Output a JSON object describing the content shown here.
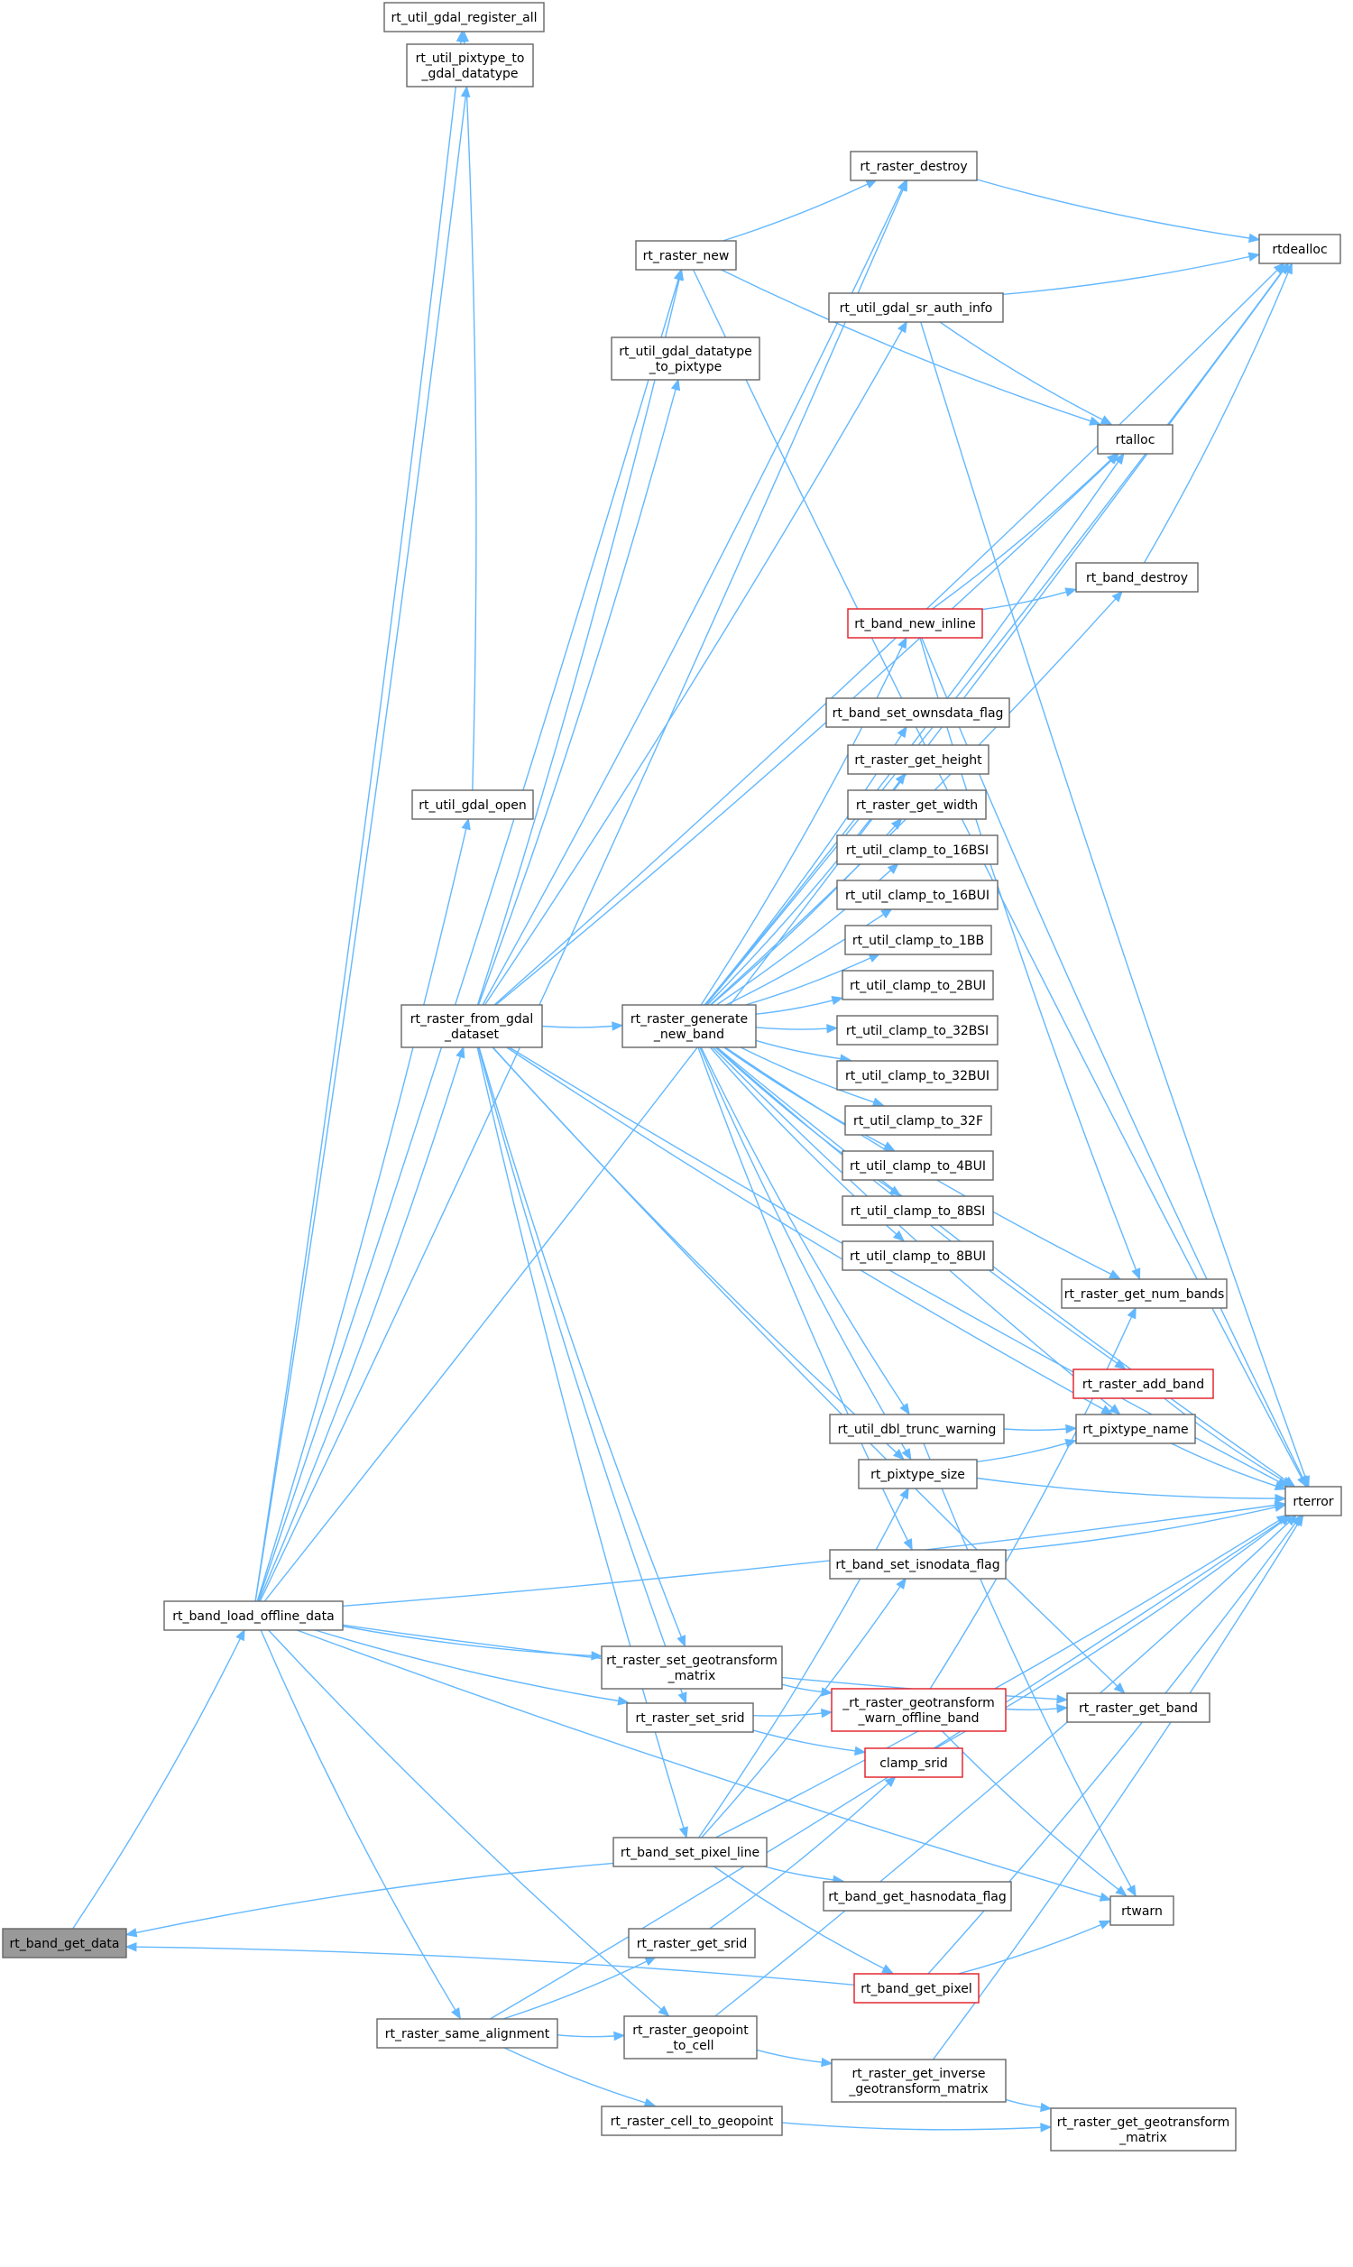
{
  "colors": {
    "edge": "#63b8ff",
    "box_border": "#666666",
    "red_border": "#e01b24",
    "selected_fill": "#999999"
  },
  "nodes": [
    {
      "id": "rt_util_gdal_register_all",
      "lines": [
        "rt_util_gdal_register_all"
      ]
    },
    {
      "id": "rt_util_pixtype_to_gdal_datatype",
      "lines": [
        "rt_util_pixtype_to",
        "_gdal_datatype"
      ]
    },
    {
      "id": "rt_raster_destroy",
      "lines": [
        "rt_raster_destroy"
      ]
    },
    {
      "id": "rt_raster_new",
      "lines": [
        "rt_raster_new"
      ]
    },
    {
      "id": "rtdealloc",
      "lines": [
        "rtdealloc"
      ]
    },
    {
      "id": "rt_util_gdal_sr_auth_info",
      "lines": [
        "rt_util_gdal_sr_auth_info"
      ]
    },
    {
      "id": "rt_util_gdal_datatype_to_pixtype",
      "lines": [
        "rt_util_gdal_datatype",
        "_to_pixtype"
      ]
    },
    {
      "id": "rtalloc",
      "lines": [
        "rtalloc"
      ]
    },
    {
      "id": "rt_band_destroy",
      "lines": [
        "rt_band_destroy"
      ]
    },
    {
      "id": "rt_band_new_inline",
      "lines": [
        "rt_band_new_inline"
      ],
      "red": true
    },
    {
      "id": "rt_band_set_ownsdata_flag",
      "lines": [
        "rt_band_set_ownsdata_flag"
      ]
    },
    {
      "id": "rt_raster_get_height",
      "lines": [
        "rt_raster_get_height"
      ]
    },
    {
      "id": "rt_raster_get_width",
      "lines": [
        "rt_raster_get_width"
      ]
    },
    {
      "id": "rt_util_gdal_open",
      "lines": [
        "rt_util_gdal_open"
      ]
    },
    {
      "id": "rt_util_clamp_to_16BSI",
      "lines": [
        "rt_util_clamp_to_16BSI"
      ]
    },
    {
      "id": "rt_util_clamp_to_16BUI",
      "lines": [
        "rt_util_clamp_to_16BUI"
      ]
    },
    {
      "id": "rt_util_clamp_to_1BB",
      "lines": [
        "rt_util_clamp_to_1BB"
      ]
    },
    {
      "id": "rt_util_clamp_to_2BUI",
      "lines": [
        "rt_util_clamp_to_2BUI"
      ]
    },
    {
      "id": "rt_raster_from_gdal_dataset",
      "lines": [
        "rt_raster_from_gdal",
        "_dataset"
      ]
    },
    {
      "id": "rt_raster_generate_new_band",
      "lines": [
        "rt_raster_generate",
        "_new_band"
      ]
    },
    {
      "id": "rt_util_clamp_to_32BSI",
      "lines": [
        "rt_util_clamp_to_32BSI"
      ]
    },
    {
      "id": "rt_util_clamp_to_32BUI",
      "lines": [
        "rt_util_clamp_to_32BUI"
      ]
    },
    {
      "id": "rt_util_clamp_to_32F",
      "lines": [
        "rt_util_clamp_to_32F"
      ]
    },
    {
      "id": "rt_util_clamp_to_4BUI",
      "lines": [
        "rt_util_clamp_to_4BUI"
      ]
    },
    {
      "id": "rt_util_clamp_to_8BSI",
      "lines": [
        "rt_util_clamp_to_8BSI"
      ]
    },
    {
      "id": "rt_util_clamp_to_8BUI",
      "lines": [
        "rt_util_clamp_to_8BUI"
      ]
    },
    {
      "id": "rt_raster_get_num_bands",
      "lines": [
        "rt_raster_get_num_bands"
      ]
    },
    {
      "id": "rt_raster_add_band",
      "lines": [
        "rt_raster_add_band"
      ],
      "red": true
    },
    {
      "id": "rt_util_dbl_trunc_warning",
      "lines": [
        "rt_util_dbl_trunc_warning"
      ]
    },
    {
      "id": "rt_pixtype_name",
      "lines": [
        "rt_pixtype_name"
      ]
    },
    {
      "id": "rt_pixtype_size",
      "lines": [
        "rt_pixtype_size"
      ]
    },
    {
      "id": "rterror",
      "lines": [
        "rterror"
      ]
    },
    {
      "id": "rt_band_set_isnodata_flag",
      "lines": [
        "rt_band_set_isnodata_flag"
      ]
    },
    {
      "id": "rt_band_load_offline_data",
      "lines": [
        "rt_band_load_offline_data"
      ]
    },
    {
      "id": "rt_raster_set_geotransform_matrix",
      "lines": [
        "rt_raster_set_geotransform",
        "_matrix"
      ]
    },
    {
      "id": "_rt_raster_geotransform_warn_offline_band",
      "lines": [
        "_rt_raster_geotransform",
        "_warn_offline_band"
      ],
      "red": true
    },
    {
      "id": "rt_raster_get_band",
      "lines": [
        "rt_raster_get_band"
      ]
    },
    {
      "id": "rt_raster_set_srid",
      "lines": [
        "rt_raster_set_srid"
      ]
    },
    {
      "id": "clamp_srid",
      "lines": [
        "clamp_srid"
      ],
      "red": true
    },
    {
      "id": "rt_band_set_pixel_line",
      "lines": [
        "rt_band_set_pixel_line"
      ]
    },
    {
      "id": "rt_band_get_hasnodata_flag",
      "lines": [
        "rt_band_get_hasnodata_flag"
      ]
    },
    {
      "id": "rtwarn",
      "lines": [
        "rtwarn"
      ]
    },
    {
      "id": "rt_band_get_data",
      "lines": [
        "rt_band_get_data"
      ],
      "selected": true
    },
    {
      "id": "rt_raster_get_srid",
      "lines": [
        "rt_raster_get_srid"
      ]
    },
    {
      "id": "rt_band_get_pixel",
      "lines": [
        "rt_band_get_pixel"
      ],
      "red": true
    },
    {
      "id": "rt_raster_same_alignment",
      "lines": [
        "rt_raster_same_alignment"
      ]
    },
    {
      "id": "rt_raster_geopoint_to_cell",
      "lines": [
        "rt_raster_geopoint",
        "_to_cell"
      ]
    },
    {
      "id": "rt_raster_get_inverse_geotransform_matrix",
      "lines": [
        "rt_raster_get_inverse",
        "_geotransform_matrix"
      ]
    },
    {
      "id": "rt_raster_cell_to_geopoint",
      "lines": [
        "rt_raster_cell_to_geopoint"
      ]
    },
    {
      "id": "rt_raster_get_geotransform_matrix",
      "lines": [
        "rt_raster_get_geotransform",
        "_matrix"
      ]
    }
  ],
  "edges": [
    [
      "rt_band_get_data",
      "rt_band_load_offline_data"
    ],
    [
      "rt_band_load_offline_data",
      "rt_util_gdal_register_all"
    ],
    [
      "rt_band_load_offline_data",
      "rt_util_pixtype_to_gdal_datatype"
    ],
    [
      "rt_band_load_offline_data",
      "rtdealloc"
    ],
    [
      "rt_band_load_offline_data",
      "rt_raster_destroy"
    ],
    [
      "rt_band_load_offline_data",
      "rt_raster_new"
    ],
    [
      "rt_band_load_offline_data",
      "rt_util_gdal_open"
    ],
    [
      "rt_band_load_offline_data",
      "rt_raster_from_gdal_dataset"
    ],
    [
      "rt_band_load_offline_data",
      "rterror"
    ],
    [
      "rt_band_load_offline_data",
      "rt_raster_set_geotransform_matrix"
    ],
    [
      "rt_band_load_offline_data",
      "rt_raster_set_srid"
    ],
    [
      "rt_band_load_offline_data",
      "rt_raster_get_band"
    ],
    [
      "rt_band_load_offline_data",
      "rt_raster_same_alignment"
    ],
    [
      "rt_band_load_offline_data",
      "rt_raster_geopoint_to_cell"
    ],
    [
      "rt_band_load_offline_data",
      "rtwarn"
    ],
    [
      "rt_util_gdal_open",
      "rt_util_gdal_register_all"
    ],
    [
      "rt_raster_new",
      "rt_raster_destroy"
    ],
    [
      "rt_raster_new",
      "rterror"
    ],
    [
      "rt_raster_new",
      "rtalloc"
    ],
    [
      "rt_raster_destroy",
      "rtdealloc"
    ],
    [
      "rt_util_gdal_sr_auth_info",
      "rtdealloc"
    ],
    [
      "rt_util_gdal_sr_auth_info",
      "rtalloc"
    ],
    [
      "rt_util_gdal_sr_auth_info",
      "rterror"
    ],
    [
      "rt_band_destroy",
      "rtdealloc"
    ],
    [
      "rt_band_new_inline",
      "rtalloc"
    ],
    [
      "rt_band_new_inline",
      "rt_band_destroy"
    ],
    [
      "rt_band_new_inline",
      "rterror"
    ],
    [
      "rt_band_new_inline",
      "rt_raster_get_num_bands"
    ],
    [
      "rt_raster_from_gdal_dataset",
      "rt_raster_destroy"
    ],
    [
      "rt_raster_from_gdal_dataset",
      "rt_raster_new"
    ],
    [
      "rt_raster_from_gdal_dataset",
      "rtdealloc"
    ],
    [
      "rt_raster_from_gdal_dataset",
      "rt_util_gdal_sr_auth_info"
    ],
    [
      "rt_raster_from_gdal_dataset",
      "rt_util_gdal_datatype_to_pixtype"
    ],
    [
      "rt_raster_from_gdal_dataset",
      "rtalloc"
    ],
    [
      "rt_raster_from_gdal_dataset",
      "rt_pixtype_name"
    ],
    [
      "rt_raster_from_gdal_dataset",
      "rt_raster_generate_new_band"
    ],
    [
      "rt_raster_from_gdal_dataset",
      "rt_pixtype_size"
    ],
    [
      "rt_raster_from_gdal_dataset",
      "rterror"
    ],
    [
      "rt_raster_from_gdal_dataset",
      "rt_raster_set_geotransform_matrix"
    ],
    [
      "rt_raster_from_gdal_dataset",
      "rt_raster_set_srid"
    ],
    [
      "rt_raster_from_gdal_dataset",
      "rt_raster_get_band"
    ],
    [
      "rt_raster_from_gdal_dataset",
      "rt_band_set_pixel_line"
    ],
    [
      "rt_raster_generate_new_band",
      "rtalloc"
    ],
    [
      "rt_raster_generate_new_band",
      "rtdealloc"
    ],
    [
      "rt_raster_generate_new_band",
      "rt_band_destroy"
    ],
    [
      "rt_raster_generate_new_band",
      "rt_band_new_inline"
    ],
    [
      "rt_raster_generate_new_band",
      "rt_band_set_ownsdata_flag"
    ],
    [
      "rt_raster_generate_new_band",
      "rt_raster_get_height"
    ],
    [
      "rt_raster_generate_new_band",
      "rt_raster_get_width"
    ],
    [
      "rt_raster_generate_new_band",
      "rt_util_clamp_to_16BSI"
    ],
    [
      "rt_raster_generate_new_band",
      "rt_util_clamp_to_16BUI"
    ],
    [
      "rt_raster_generate_new_band",
      "rt_util_clamp_to_1BB"
    ],
    [
      "rt_raster_generate_new_band",
      "rt_util_clamp_to_2BUI"
    ],
    [
      "rt_raster_generate_new_band",
      "rt_util_clamp_to_32BSI"
    ],
    [
      "rt_raster_generate_new_band",
      "rt_util_clamp_to_32BUI"
    ],
    [
      "rt_raster_generate_new_band",
      "rt_util_clamp_to_32F"
    ],
    [
      "rt_raster_generate_new_band",
      "rt_util_clamp_to_4BUI"
    ],
    [
      "rt_raster_generate_new_band",
      "rt_util_clamp_to_8BSI"
    ],
    [
      "rt_raster_generate_new_band",
      "rt_util_clamp_to_8BUI"
    ],
    [
      "rt_raster_generate_new_band",
      "rt_raster_get_num_bands"
    ],
    [
      "rt_raster_generate_new_band",
      "rt_raster_add_band"
    ],
    [
      "rt_raster_generate_new_band",
      "rt_util_dbl_trunc_warning"
    ],
    [
      "rt_raster_generate_new_band",
      "rt_pixtype_name"
    ],
    [
      "rt_raster_generate_new_band",
      "rt_pixtype_size"
    ],
    [
      "rt_raster_generate_new_band",
      "rterror"
    ],
    [
      "rt_raster_generate_new_band",
      "rt_band_set_isnodata_flag"
    ],
    [
      "rt_raster_add_band",
      "rterror"
    ],
    [
      "rt_util_dbl_trunc_warning",
      "rt_pixtype_name"
    ],
    [
      "rt_util_dbl_trunc_warning",
      "rtwarn"
    ],
    [
      "rt_pixtype_size",
      "rt_pixtype_name"
    ],
    [
      "rt_pixtype_size",
      "rterror"
    ],
    [
      "rt_pixtype_name",
      "rterror"
    ],
    [
      "rt_band_set_isnodata_flag",
      "rterror"
    ],
    [
      "rt_raster_set_geotransform_matrix",
      "_rt_raster_geotransform_warn_offline_band"
    ],
    [
      "_rt_raster_geotransform_warn_offline_band",
      "rt_raster_get_num_bands"
    ],
    [
      "_rt_raster_geotransform_warn_offline_band",
      "rt_raster_get_band"
    ],
    [
      "_rt_raster_geotransform_warn_offline_band",
      "rtwarn"
    ],
    [
      "rt_raster_set_srid",
      "_rt_raster_geotransform_warn_offline_band"
    ],
    [
      "rt_raster_set_srid",
      "clamp_srid"
    ],
    [
      "clamp_srid",
      "rterror"
    ],
    [
      "rt_band_set_pixel_line",
      "rt_band_get_data"
    ],
    [
      "rt_band_set_pixel_line",
      "rt_pixtype_size"
    ],
    [
      "rt_band_set_pixel_line",
      "rt_band_set_isnodata_flag"
    ],
    [
      "rt_band_set_pixel_line",
      "rterror"
    ],
    [
      "rt_band_set_pixel_line",
      "rt_band_get_hasnodata_flag"
    ],
    [
      "rt_band_set_pixel_line",
      "rt_band_get_pixel"
    ],
    [
      "rt_raster_get_srid",
      "clamp_srid"
    ],
    [
      "rt_band_get_pixel",
      "rt_band_get_data"
    ],
    [
      "rt_band_get_pixel",
      "rtwarn"
    ],
    [
      "rt_band_get_pixel",
      "rterror"
    ],
    [
      "rt_raster_same_alignment",
      "rt_raster_get_srid"
    ],
    [
      "rt_raster_same_alignment",
      "rt_raster_geopoint_to_cell"
    ],
    [
      "rt_raster_same_alignment",
      "rt_raster_cell_to_geopoint"
    ],
    [
      "rt_raster_same_alignment",
      "rterror"
    ],
    [
      "rt_raster_geopoint_to_cell",
      "rt_raster_get_inverse_geotransform_matrix"
    ],
    [
      "rt_raster_geopoint_to_cell",
      "rterror"
    ],
    [
      "rt_raster_get_inverse_geotransform_matrix",
      "rt_raster_get_geotransform_matrix"
    ],
    [
      "rt_raster_get_inverse_geotransform_matrix",
      "rterror"
    ],
    [
      "rt_raster_cell_to_geopoint",
      "rt_raster_get_geotransform_matrix"
    ]
  ]
}
